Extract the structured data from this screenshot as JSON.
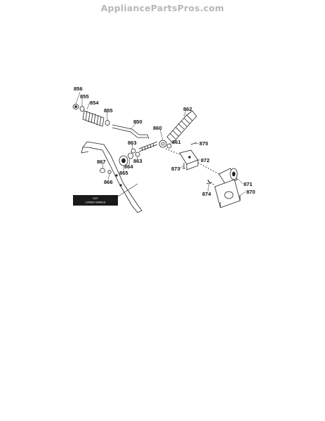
{
  "watermark": "AppliancePartsPros.com",
  "callout": {
    "line1": "HOT",
    "line2": "LOWER HANDLE"
  },
  "labels": {
    "p856": "856",
    "p855a": "855",
    "p854": "854",
    "p855b": "855",
    "p850": "850",
    "p860": "860",
    "p862": "862",
    "p861": "861",
    "p875": "875",
    "p863a": "863",
    "p863b": "863",
    "p864": "864",
    "p865": "865",
    "p867": "867",
    "p866": "866",
    "p872": "872",
    "p873": "873",
    "p871": "871",
    "p874": "874",
    "p870": "870"
  }
}
